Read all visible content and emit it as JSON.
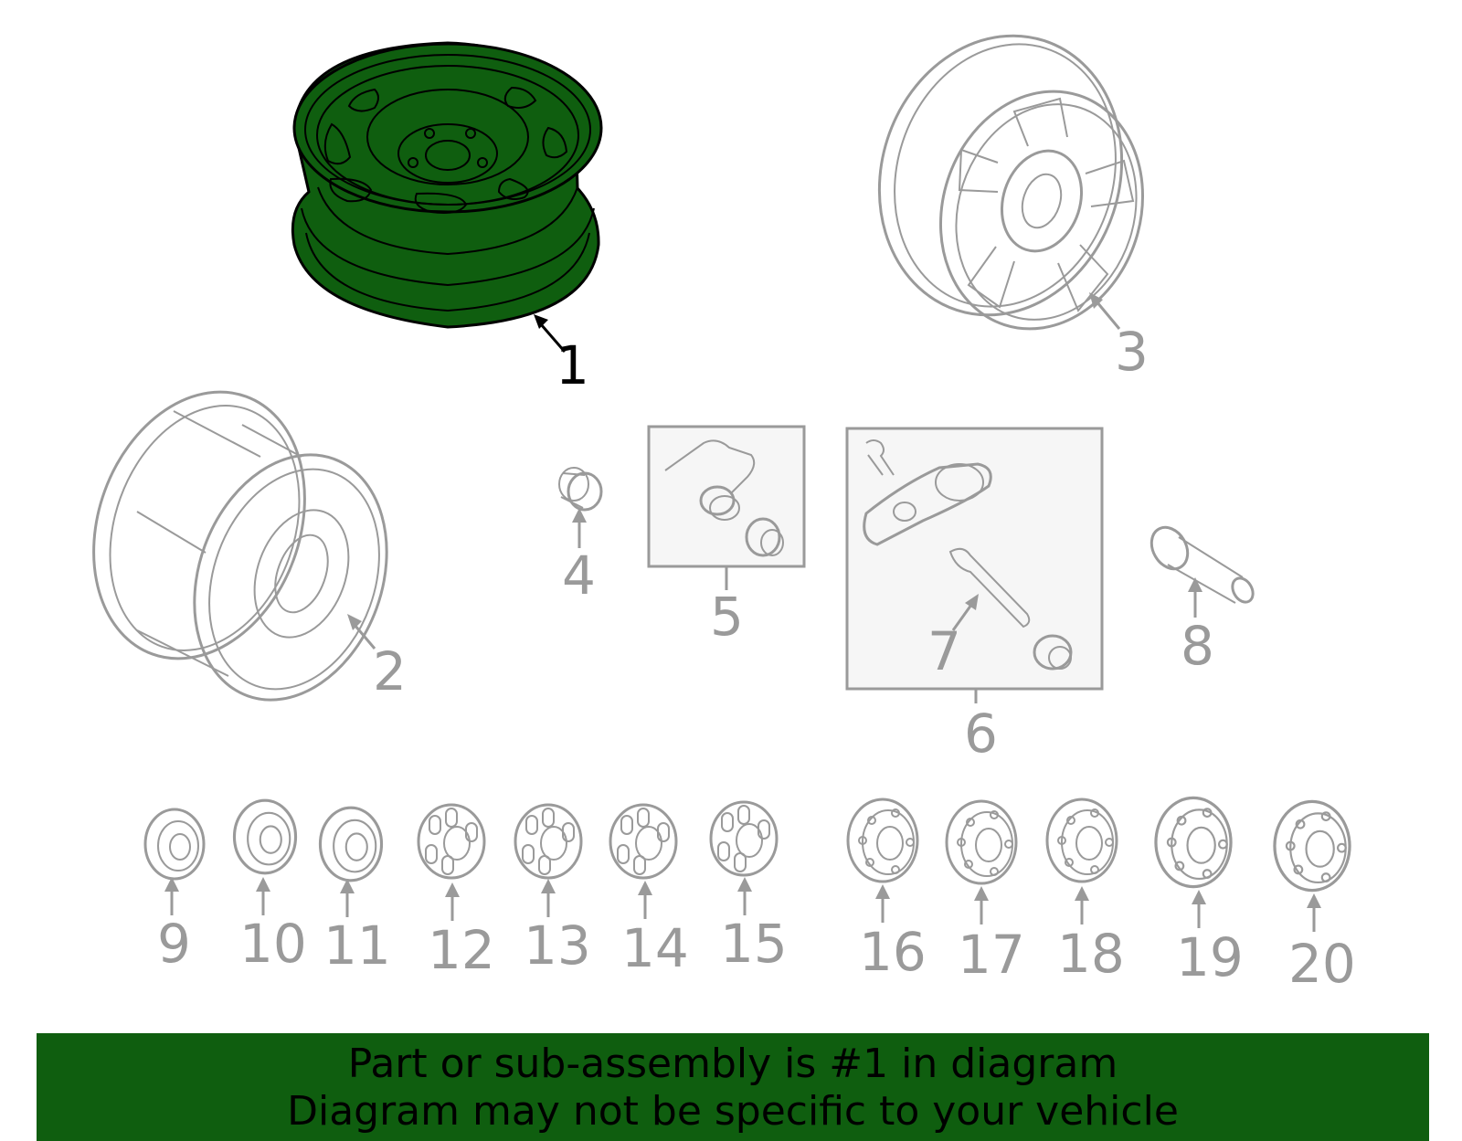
{
  "diagram": {
    "highlight_color": "#0f5e0f",
    "part_line_color": "#9a9a9a",
    "highlighted_callout": "1",
    "callouts": {
      "c1": "1",
      "c2": "2",
      "c3": "3",
      "c4": "4",
      "c5": "5",
      "c6": "6",
      "c7": "7",
      "c8": "8",
      "c9": "9",
      "c10": "10",
      "c11": "11",
      "c12": "12",
      "c13": "13",
      "c14": "14",
      "c15": "15",
      "c16": "16",
      "c17": "17",
      "c18": "18",
      "c19": "19",
      "c20": "20"
    }
  },
  "banner": {
    "background": "#0f5e0f",
    "line1": "Part or sub-assembly is #1 in diagram",
    "line2": "Diagram may not be specific to your vehicle"
  }
}
